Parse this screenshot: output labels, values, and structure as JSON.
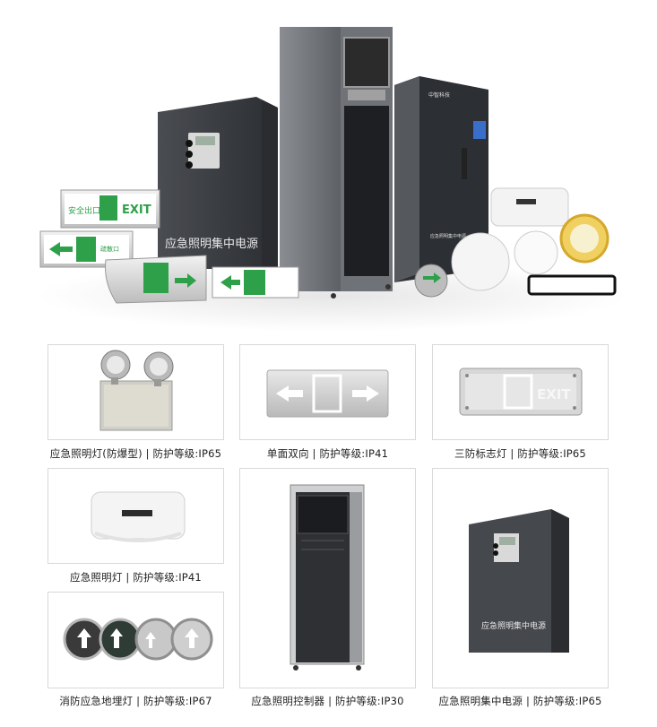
{
  "hero": {
    "sign_exit": "EXIT",
    "sign_safe_exit": "安全出口",
    "sign_exit_small": "疏散口",
    "cabinet_left_label": "应急照明集中电源",
    "cabinet_right_label": "应急照明集中电源",
    "brand_label": "中智科技"
  },
  "products": [
    {
      "id": "explosion-proof-light",
      "caption": "应急照明灯(防爆型) | 防护等级:IP65"
    },
    {
      "id": "double-arrow-sign",
      "caption": "单面双向 | 防护等级:IP41"
    },
    {
      "id": "triproof-sign",
      "caption": "三防标志灯 | 防护等级:IP65",
      "sign_text": "EXIT"
    },
    {
      "id": "emergency-light",
      "caption": "应急照明灯 | 防护等级:IP41"
    },
    {
      "id": "controller-cabinet",
      "caption": "应急照明控制器 | 防护等级:IP30"
    },
    {
      "id": "power-cabinet",
      "caption": "应急照明集中电源 | 防护等级:IP65",
      "panel_text": "应急照明集中电源"
    },
    {
      "id": "floor-lights",
      "caption": "消防应急地埋灯 | 防护等级:IP67"
    }
  ]
}
